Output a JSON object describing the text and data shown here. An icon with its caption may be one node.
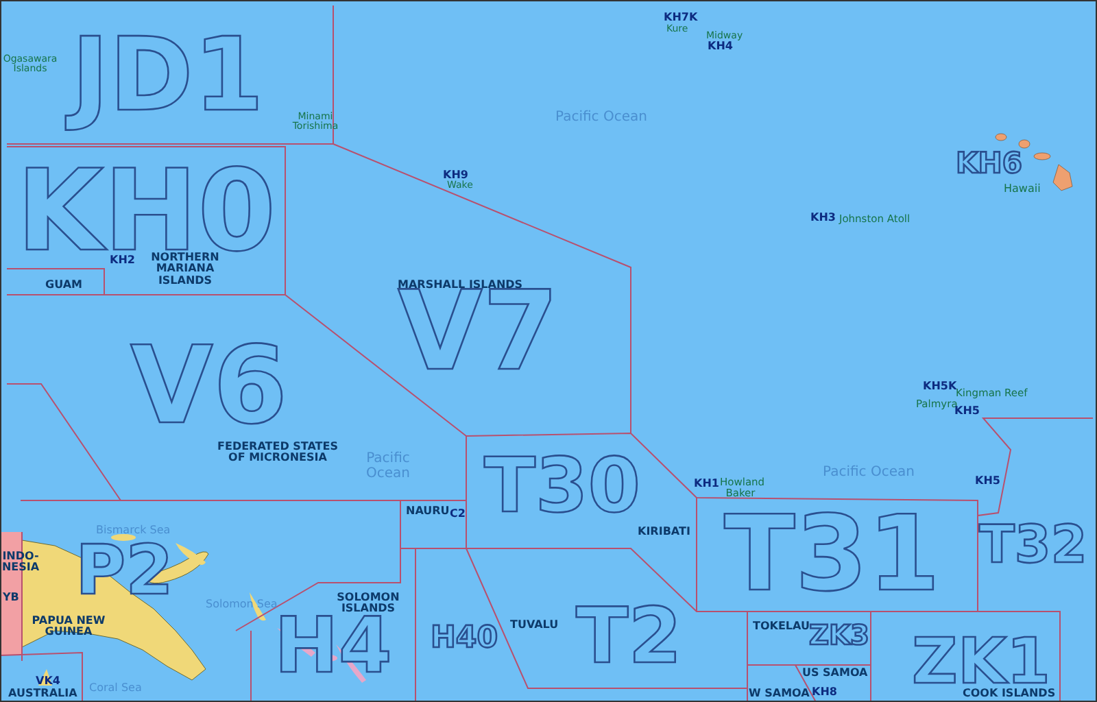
{
  "diagram": {
    "labels": [
      "JD1",
      "Ogasawara Islands",
      "Minami Torishima",
      "KH7K",
      "Kure",
      "Midway",
      "KH4",
      "Pacific Ocean",
      "KH0",
      "KH9",
      "Wake",
      "KH6",
      "Hawaii",
      "KH3",
      "Johnston Atoll",
      "NORTHERN MARIANA ISLANDS",
      "GUAM",
      "KH2",
      "MARSHALL ISLANDS",
      "V7",
      "V6",
      "KH5K",
      "Kingman Reef",
      "Palmyra",
      "KH5",
      "FEDERATED STATES OF MICRONESIA",
      "Pacific Ocean",
      "Pacific Ocean",
      "KH5",
      "T30",
      "NAURU",
      "C2",
      "KH1",
      "Howland Baker",
      "KIRIBATI",
      "T31",
      "T32",
      "INDO-NESIA",
      "P2",
      "Bismarck Sea",
      "YB",
      "PAPUA NEW GUINEA",
      "Solomon Sea",
      "SOLOMON ISLANDS",
      "TUVALU",
      "T2",
      "H40",
      "H4",
      "TOKELAU",
      "ZK3",
      "ZK1",
      "US SAMOA",
      "W SAMOA",
      "KH8",
      "VK4",
      "AUSTRALIA",
      "Coral Sea",
      "COOK ISLANDS"
    ]
  }
}
